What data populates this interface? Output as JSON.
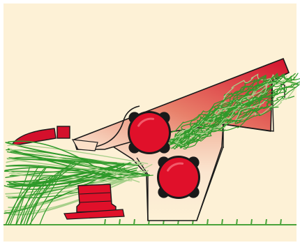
{
  "colors": {
    "background": "#fdf1d6",
    "border": "#ffffff",
    "housing_red": "#d4102c",
    "housing_light": "#f6d5b8",
    "roller_red": "#e0102a",
    "roller_dark": "#1a1a1a",
    "grass_green": "#2f9a2a",
    "grass_light": "#a7d08a",
    "outline": "#1a1a1a"
  },
  "diagram": {
    "subject": "grass-conditioner-rollers",
    "parts": [
      {
        "id": "upper-roller",
        "icon": "roller-icon"
      },
      {
        "id": "lower-roller",
        "icon": "roller-icon"
      },
      {
        "id": "cutter-bar",
        "icon": "cutter-icon"
      },
      {
        "id": "hood",
        "icon": "hood-icon"
      },
      {
        "id": "incoming-grass",
        "icon": "grass-icon"
      },
      {
        "id": "outgoing-swath",
        "icon": "swath-icon"
      }
    ]
  }
}
